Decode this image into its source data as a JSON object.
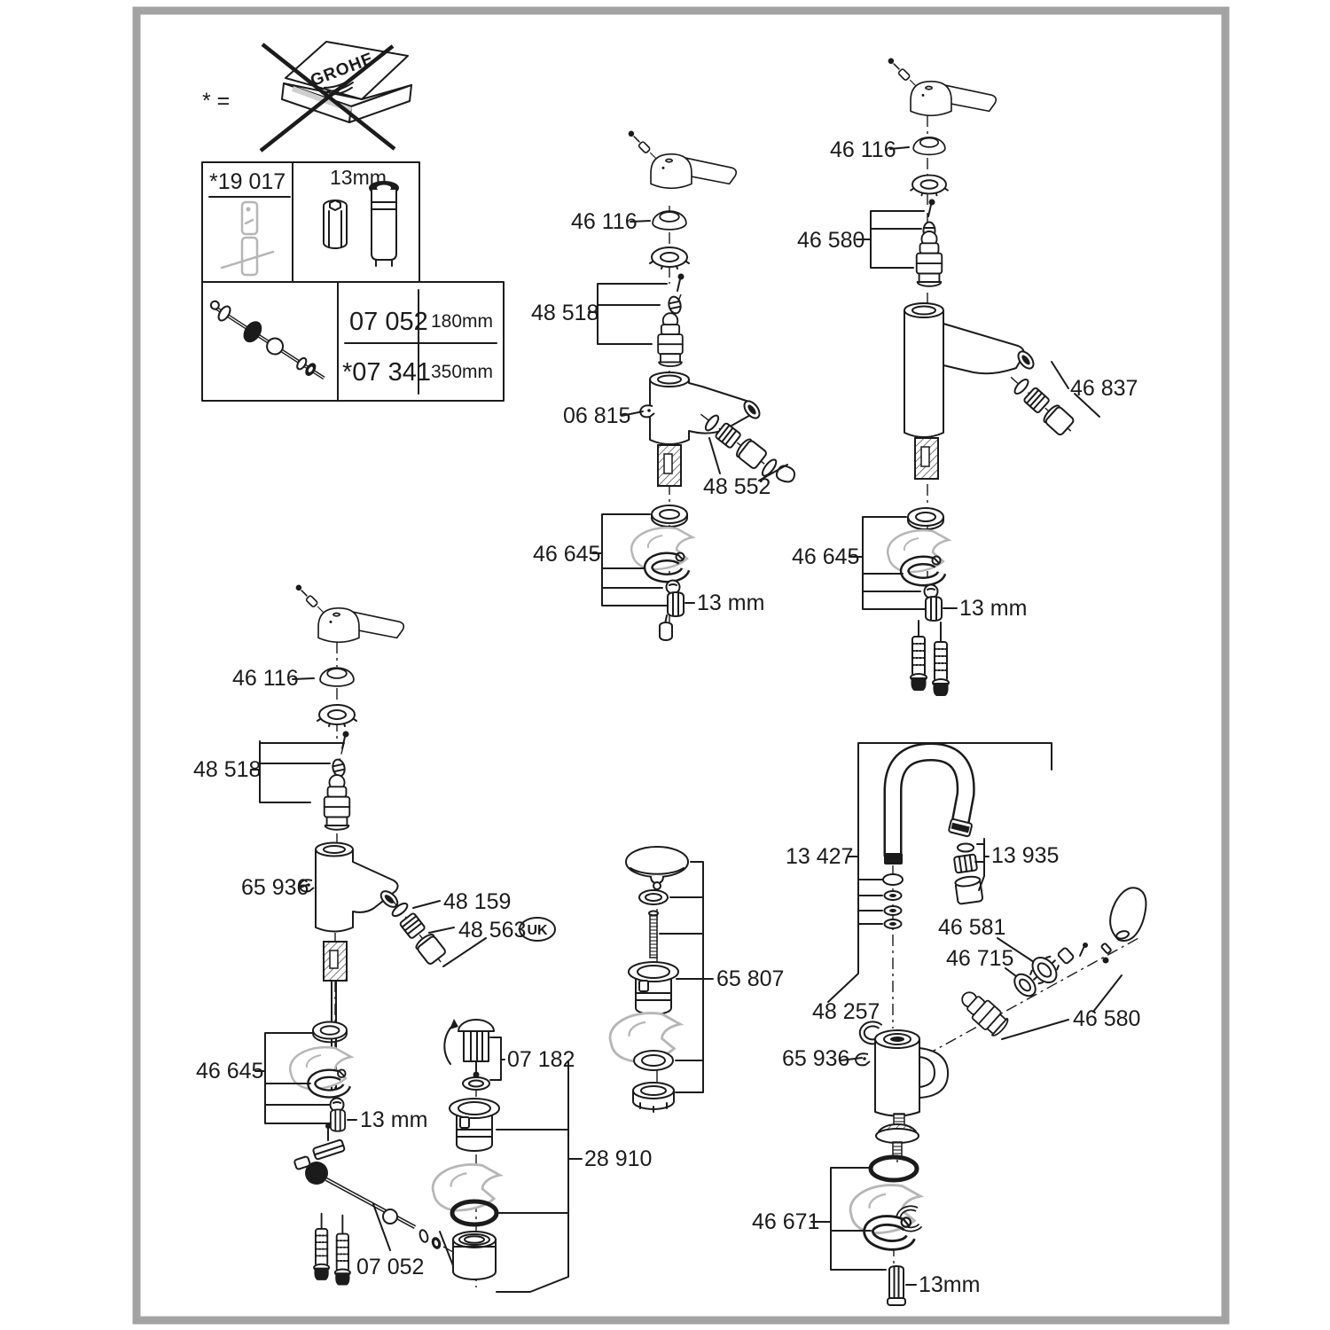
{
  "legend": {
    "symbol": "* =",
    "brand": "GROHE"
  },
  "parts_table": {
    "tool_part": "*19 017",
    "wrench_size": "13mm",
    "rod_variants": [
      {
        "part": "07 052",
        "length": "180mm"
      },
      {
        "part": "*07 341",
        "length": "350mm"
      }
    ]
  },
  "faucet_top_center": {
    "cap": "46 116",
    "cartridge_kit": "48 518",
    "spout_clip": "06 815",
    "mousseur": "48 552",
    "mounting_kit": "46 645",
    "wrench": "13 mm"
  },
  "faucet_top_right": {
    "cap": "46 116",
    "cartridge_kit": "46 580",
    "mousseur": "46 837",
    "mounting_kit": "46 645",
    "wrench": "13 mm"
  },
  "faucet_bottom_left": {
    "cap": "46 116",
    "cartridge_kit": "48 518",
    "body_clip": "65 936",
    "mousseur_ring": "48 159",
    "mousseur_uk": "48 563",
    "uk_badge": "UK",
    "mounting_kit": "46 645",
    "wrench": "13 mm",
    "rod_kit": "07 052"
  },
  "popup_waste": {
    "kit": "65 807"
  },
  "uk_waste": {
    "knob": "07 182",
    "kit": "28 910"
  },
  "faucet_bottom_right": {
    "spout": "13 427",
    "mousseur": "13 935",
    "ring": "46 581",
    "nut": "46 715",
    "cartridge_kit": "46 580",
    "clip": "48 257",
    "body_clip": "65 936",
    "mounting_kit": "46 671",
    "wrench": "13mm"
  }
}
